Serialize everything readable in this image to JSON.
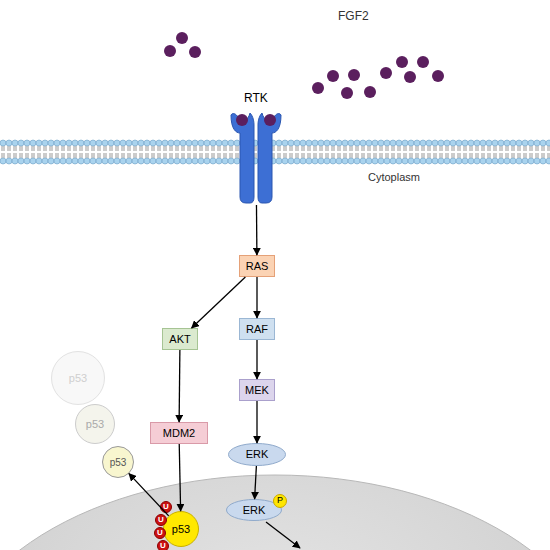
{
  "diagram": {
    "nodes": [
      {
        "text": [
          "RTK"
        ]
      },
      {
        "text": [
          "RAS"
        ]
      },
      {
        "text": [
          "RAF"
        ]
      },
      {
        "text": [
          "AKT"
        ]
      },
      {
        "text": [
          "p53"
        ]
      },
      {
        "text": [
          "MEK"
        ]
      },
      {
        "text": [
          "p53"
        ]
      },
      {
        "text": [
          "MDM2"
        ]
      },
      {
        "text": [
          "ERK"
        ]
      },
      {
        "text": [
          "p53"
        ]
      },
      {
        "text": [
          "ERK"
        ]
      },
      {
        "text": [
          "P"
        ],
        "in": 10
      },
      {
        "text": [
          "p53"
        ]
      },
      {
        "text": [
          "U"
        ]
      },
      {
        "text": [
          "U"
        ]
      },
      {
        "text": [
          "U"
        ]
      },
      {
        "text": [
          "U"
        ]
      }
    ],
    "edges": [
      {
        "from": 0,
        "to": 1,
        "arrow": "to"
      },
      {
        "from": 1,
        "to": 3,
        "arrow": "to"
      },
      {
        "from": 1,
        "to": 2,
        "arrow": "to"
      },
      {
        "from": 2,
        "to": 5,
        "arrow": "to"
      },
      {
        "from": 5,
        "to": 8,
        "arrow": "to"
      },
      {
        "from": 3,
        "to": 7,
        "arrow": "to"
      },
      {
        "from": 7,
        "to": 12,
        "arrow": "to"
      },
      {
        "from": 12,
        "to": 9,
        "arrow": "to"
      },
      {
        "from": 8,
        "to": 10,
        "arrow": "to"
      }
    ],
    "labels": [
      "FGF2",
      "Cytoplasm"
    ]
  }
}
